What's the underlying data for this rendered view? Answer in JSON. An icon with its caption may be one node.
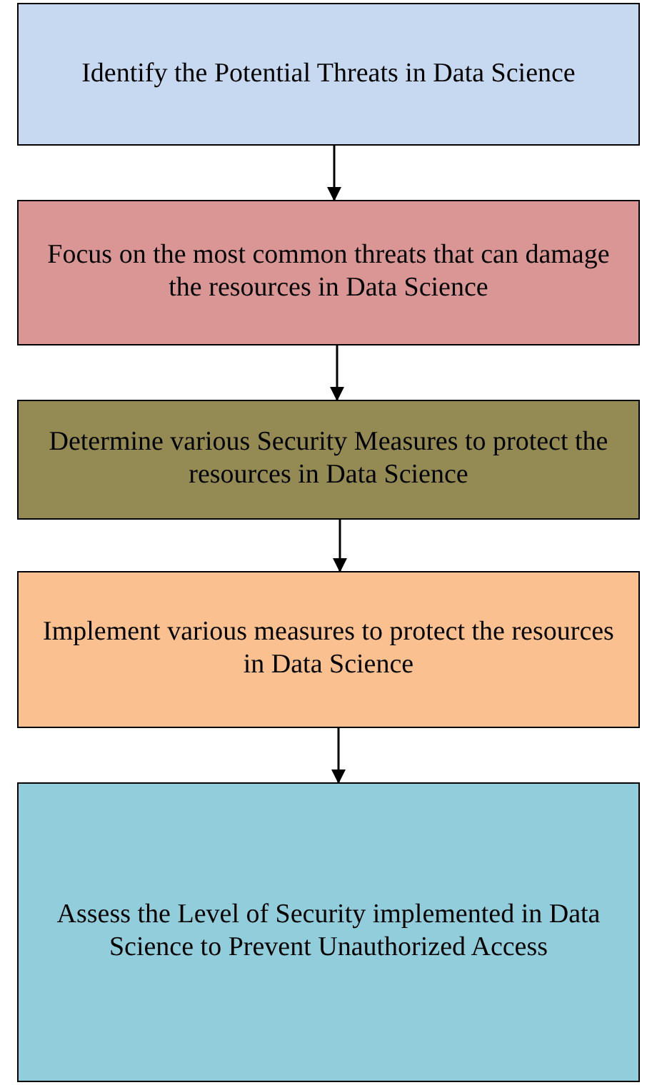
{
  "diagram": {
    "nodes": [
      {
        "text": [
          "Identify the Potential Threats in Data Science"
        ]
      },
      {
        "text": [
          "Focus on the most common threats that can damage the resources in Data Science"
        ]
      },
      {
        "text": [
          "Determine various Security Measures to protect the resources in Data Science"
        ]
      },
      {
        "text": [
          "Implement various measures to protect the resources in Data Science"
        ]
      },
      {
        "text": [
          "Assess the Level of Security implemented in Data Science to Prevent Unauthorized Access"
        ]
      }
    ],
    "edges": [
      {
        "from": 0,
        "to": 1,
        "arrow": "to"
      },
      {
        "from": 1,
        "to": 2,
        "arrow": "to"
      },
      {
        "from": 2,
        "to": 3,
        "arrow": "to"
      },
      {
        "from": 3,
        "to": 4,
        "arrow": "to"
      }
    ]
  }
}
